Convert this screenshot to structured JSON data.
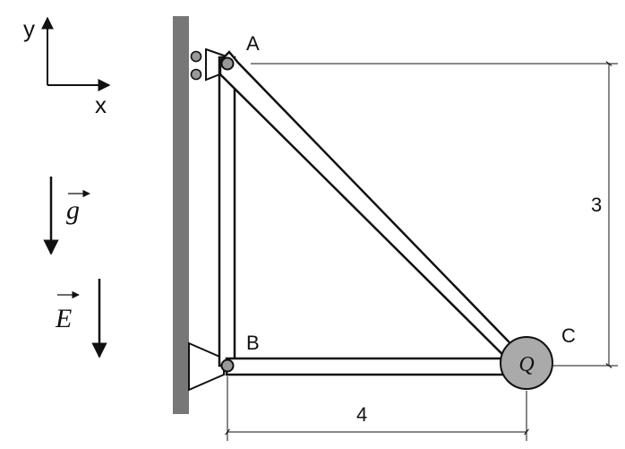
{
  "axes": {
    "y_label": "y",
    "x_label": "x"
  },
  "vectors": {
    "gravity_label": "g",
    "field_label": "E"
  },
  "nodes": {
    "a_label": "A",
    "b_label": "B",
    "c_label": "C"
  },
  "charge": {
    "label": "Q"
  },
  "dimensions": {
    "vertical": "3",
    "horizontal": "4"
  },
  "colors": {
    "wall": "#777777",
    "charge_fill": "#aaaaaa",
    "stroke": "#111111"
  }
}
